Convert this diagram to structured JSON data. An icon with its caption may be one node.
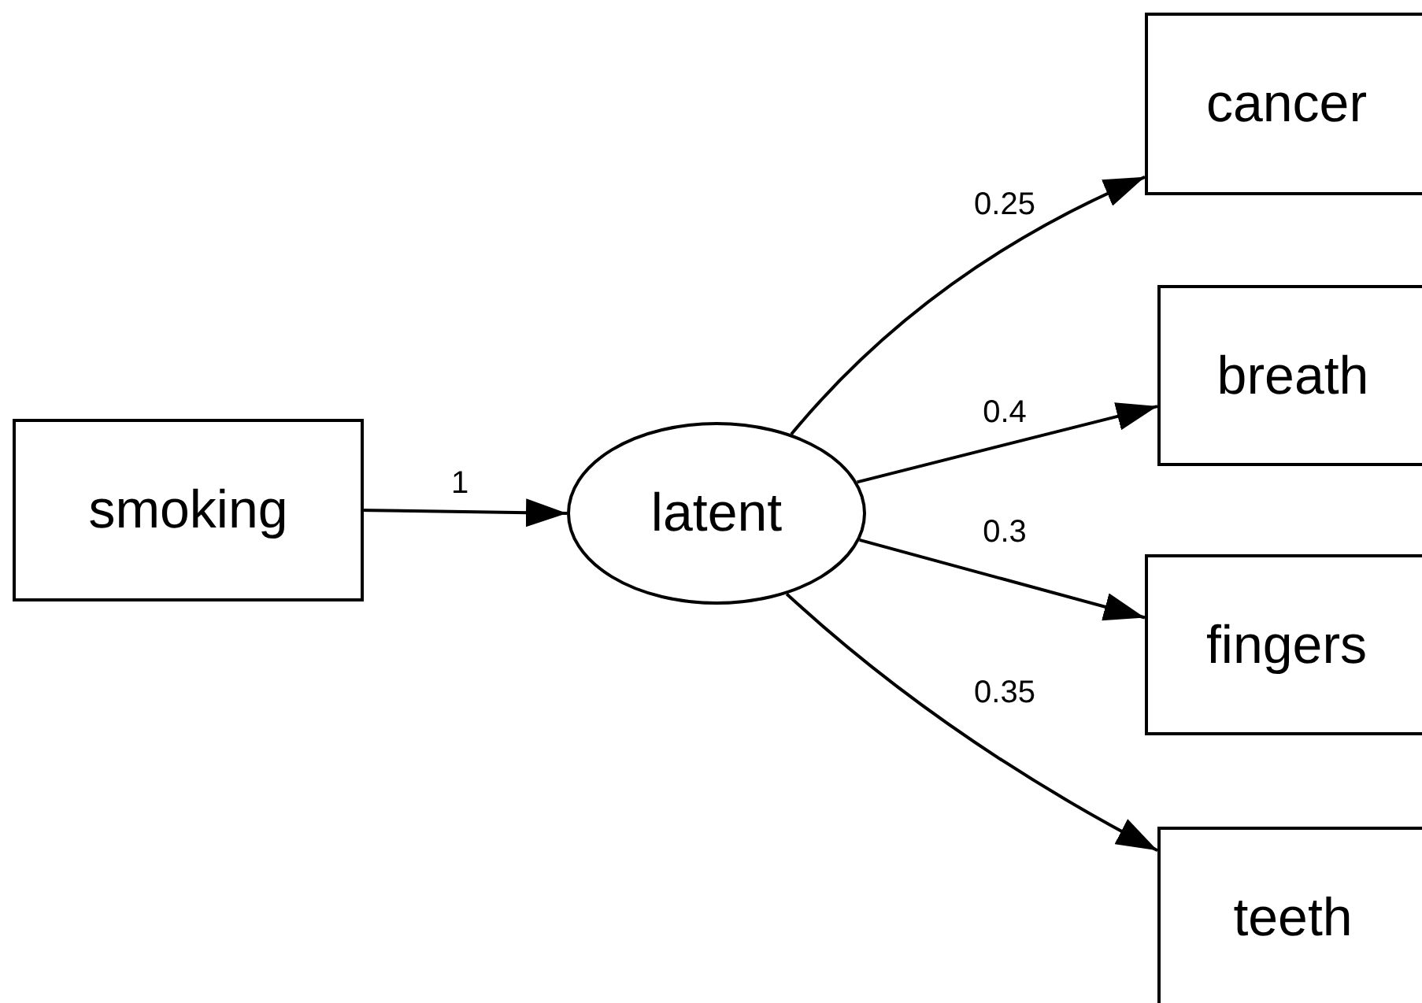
{
  "diagram": {
    "nodes": [
      {
        "text": [
          "smoking"
        ]
      },
      {
        "text": [
          "latent"
        ]
      },
      {
        "text": [
          "cancer"
        ]
      },
      {
        "text": [
          "breath"
        ]
      },
      {
        "text": [
          "fingers"
        ]
      },
      {
        "text": [
          "teeth"
        ]
      }
    ],
    "edges": [
      {
        "from": 0,
        "to": 1,
        "arrow": "to",
        "label": "1"
      },
      {
        "from": 1,
        "to": 2,
        "arrow": "to",
        "label": "0.25"
      },
      {
        "from": 1,
        "to": 3,
        "arrow": "to",
        "label": "0.4"
      },
      {
        "from": 1,
        "to": 4,
        "arrow": "to",
        "label": "0.3"
      },
      {
        "from": 1,
        "to": 5,
        "arrow": "to",
        "label": "0.35"
      }
    ]
  }
}
